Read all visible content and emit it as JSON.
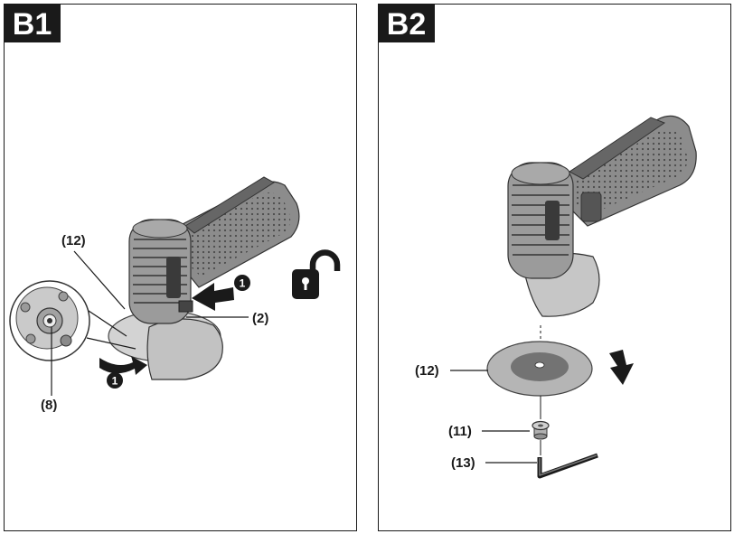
{
  "panels": [
    {
      "label": "B1",
      "callouts": {
        "disc": "(12)",
        "lock_button": "(2)",
        "spindle": "(8)"
      },
      "step_markers": [
        "1",
        "1"
      ],
      "icon": "unlock-padlock-icon"
    },
    {
      "label": "B2",
      "callouts": {
        "disc": "(12)",
        "nut": "(11)",
        "key": "(13)"
      },
      "icon": "down-arrow-icon"
    }
  ],
  "colors": {
    "tag_background": "#1a1a1a",
    "tool_body": "#8c8c8c",
    "guard": "#c4c4c4",
    "disc_outer": "#b5b5b5",
    "disc_inner": "#737373"
  }
}
